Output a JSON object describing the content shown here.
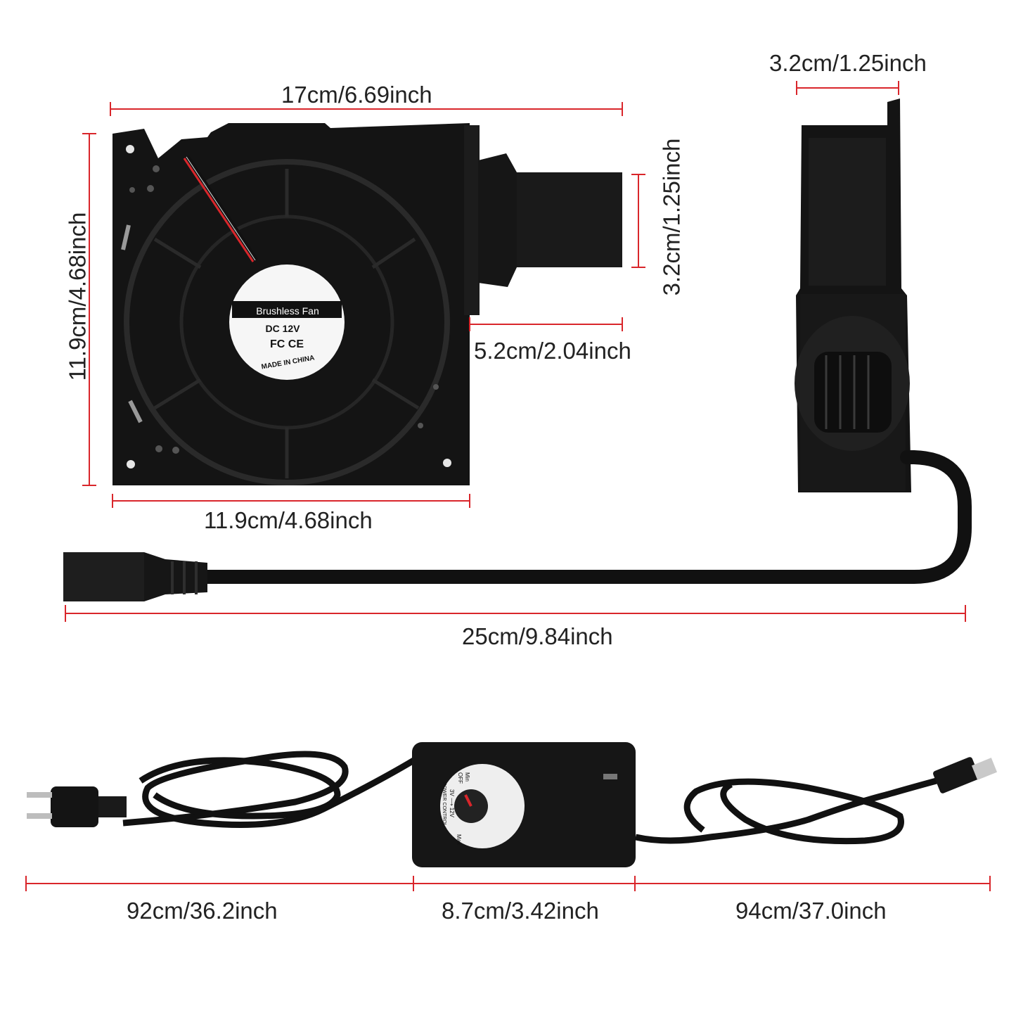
{
  "colors": {
    "dimension_line": "#d9262b",
    "label_text": "#222222",
    "product_body": "#111111",
    "background": "#ffffff"
  },
  "dimensions": {
    "fan_length": "17cm/6.69inch",
    "fan_height": "11.9cm/4.68inch",
    "fan_width": "11.9cm/4.68inch",
    "outlet_diameter": "3.2cm/1.25inch",
    "outlet_length": "5.2cm/2.04inch",
    "side_thickness": "3.2cm/1.25inch",
    "cable_length": "25cm/9.84inch",
    "plug_cord_length": "92cm/36.2inch",
    "controller_length": "8.7cm/3.42inch",
    "output_cord_length": "94cm/37.0inch"
  },
  "fan_label": {
    "title": "Brushless Fan",
    "voltage": "DC 12V",
    "certs": "FC  CE",
    "origin": "MADE IN CHINA"
  },
  "controller_label": {
    "min": "Min",
    "off": "OFF",
    "range": "3V ⟶ 12V",
    "name": "POWER CONTROL",
    "max": "Max"
  }
}
